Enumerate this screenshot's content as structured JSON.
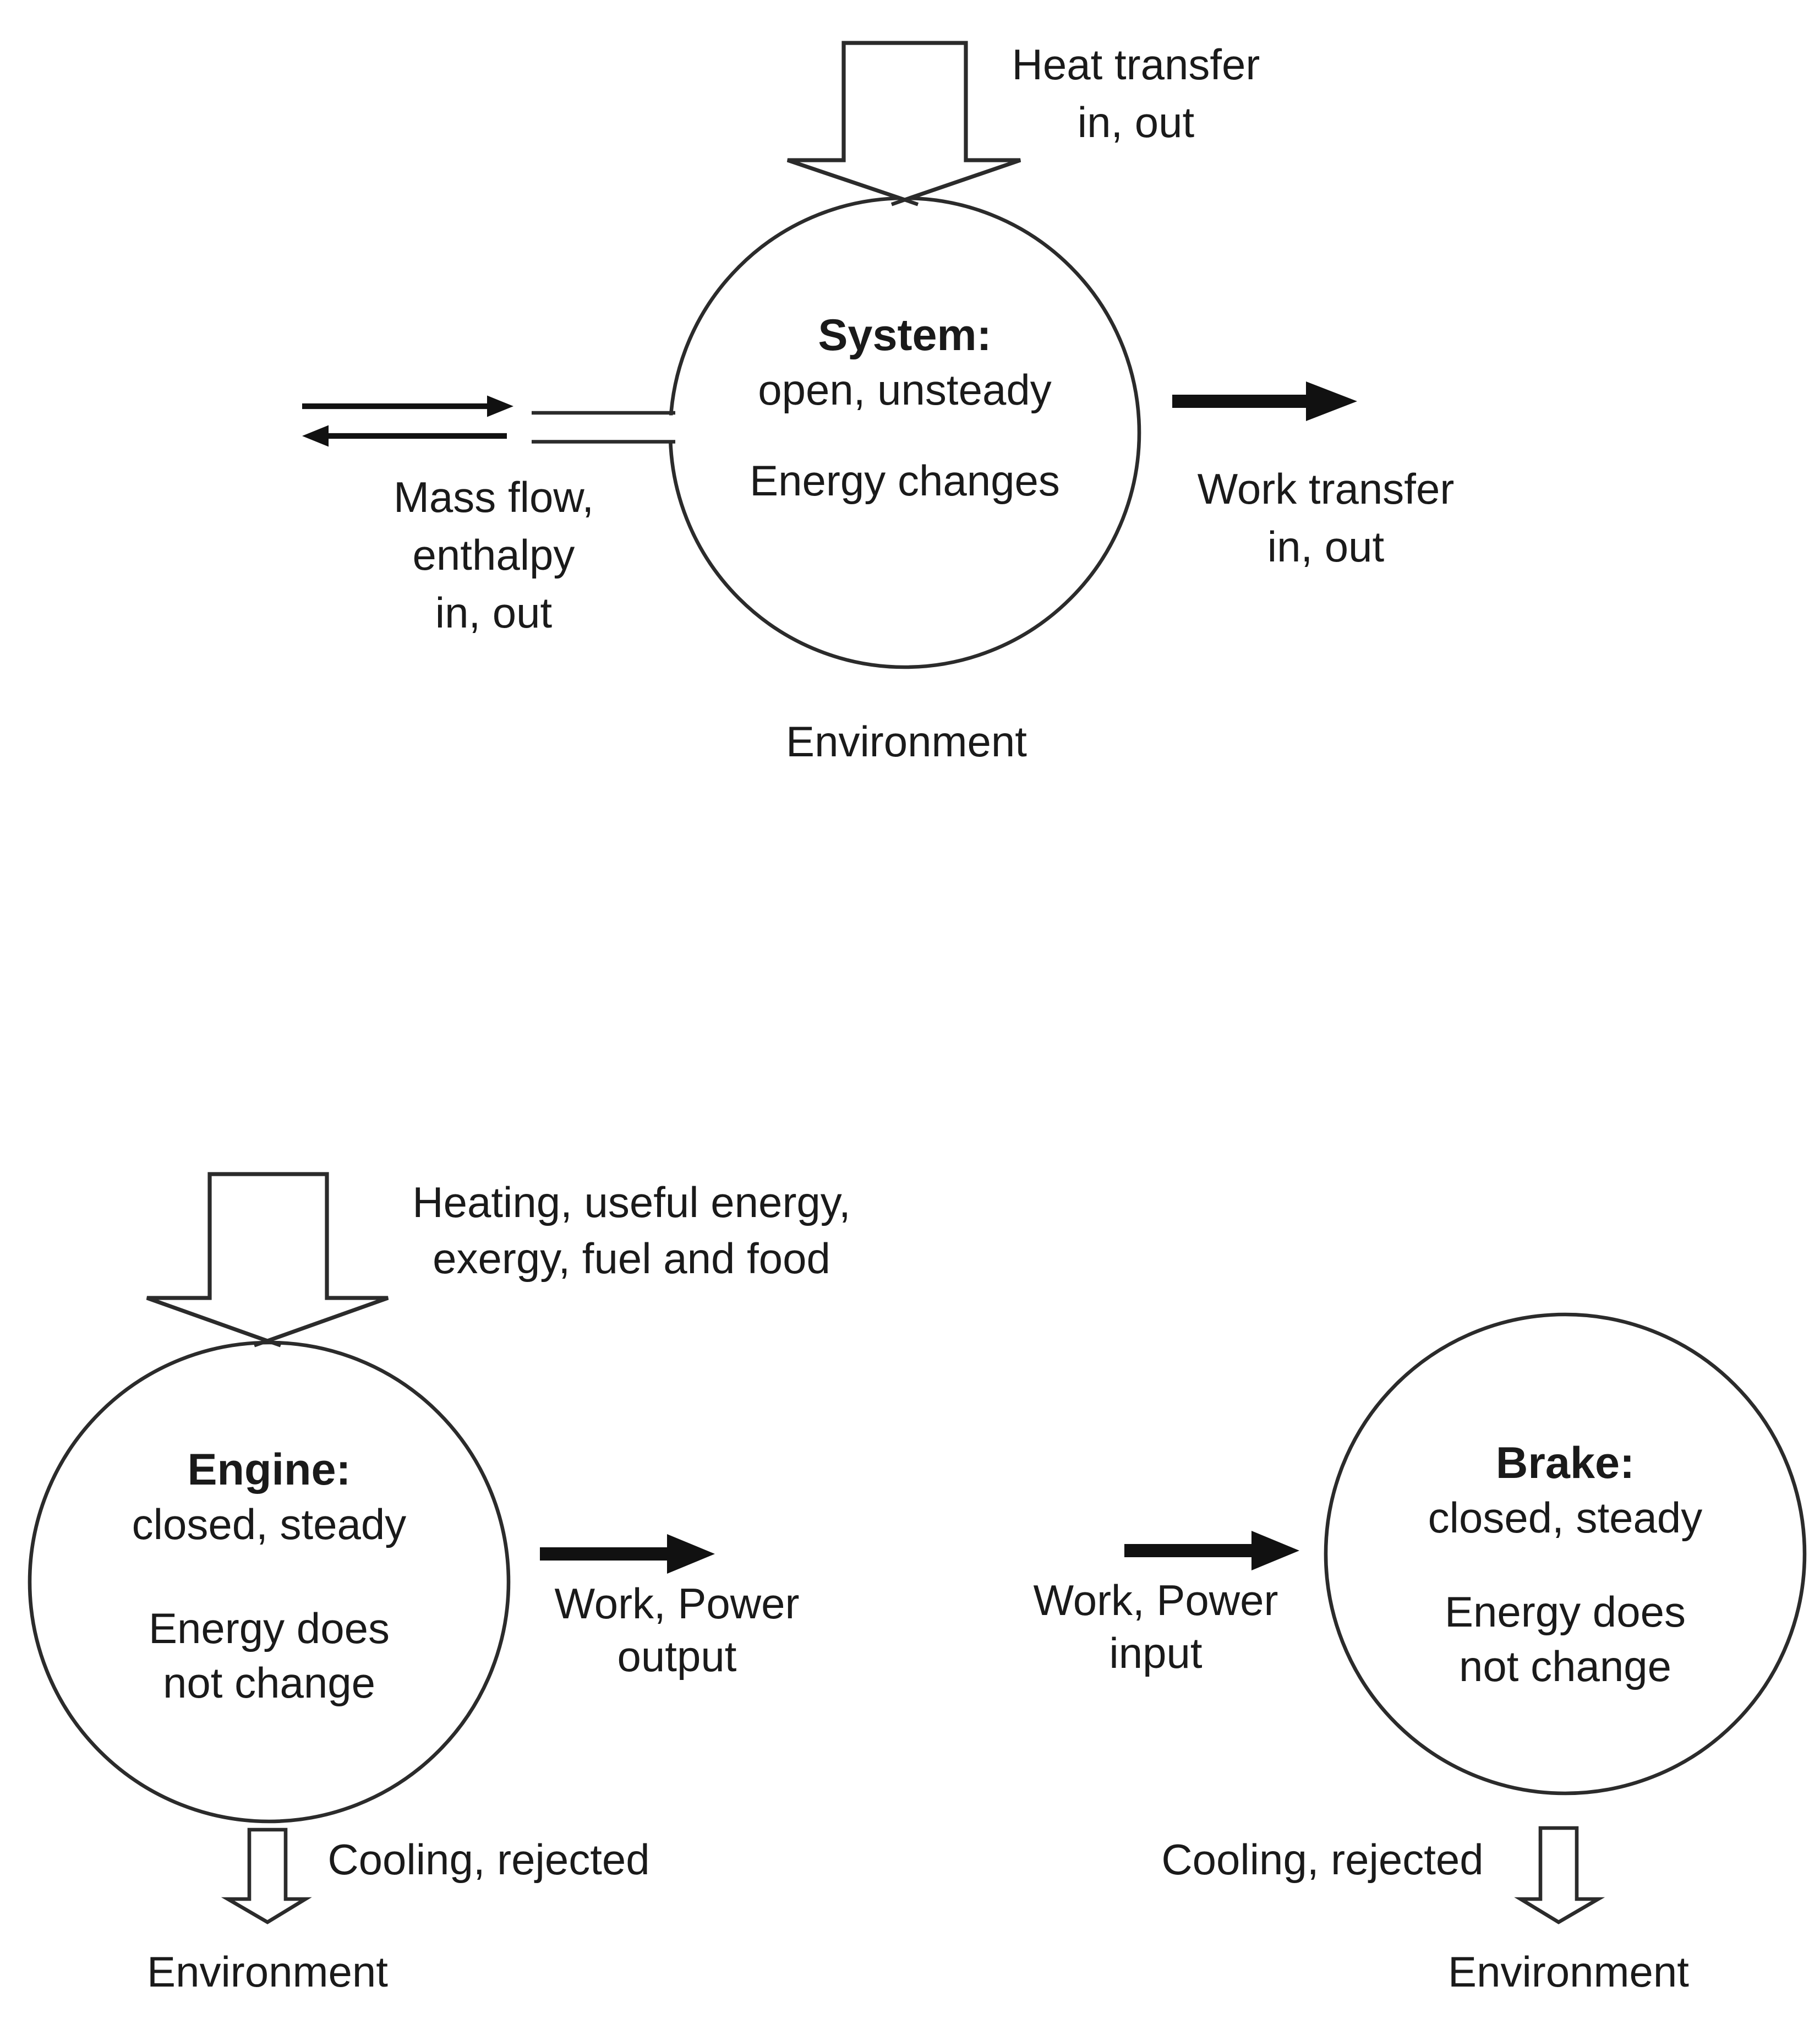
{
  "diagram": {
    "system": {
      "title": "System:",
      "subtitle": "open, unsteady",
      "status": "Energy changes",
      "heat_label": {
        "line1": "Heat transfer",
        "line2": "in, out"
      },
      "mass_label": {
        "line1": "Mass flow,",
        "line2": "enthalpy",
        "line3": "in, out"
      },
      "work_label": {
        "line1": "Work transfer",
        "line2": "in, out"
      },
      "environment": "Environment"
    },
    "engine": {
      "title": "Engine:",
      "subtitle": "closed, steady",
      "status": {
        "line1": "Energy does",
        "line2": "not change"
      },
      "input_label": {
        "line1": "Heating, useful energy,",
        "line2": "exergy, fuel and food"
      },
      "output_label": {
        "line1": "Work, Power",
        "line2": "output"
      },
      "cooling_label": "Cooling, rejected",
      "environment": "Environment"
    },
    "brake": {
      "title": "Brake:",
      "subtitle": "closed, steady",
      "status": {
        "line1": "Energy does",
        "line2": "not change"
      },
      "input_label": {
        "line1": "Work, Power",
        "line2": "input"
      },
      "cooling_label": "Cooling, rejected",
      "environment": "Environment"
    },
    "colors": {
      "ink": "#1a1a1a",
      "outline": "#2b2b2b",
      "solid_arrow": "#111111",
      "background": "#ffffff"
    }
  }
}
